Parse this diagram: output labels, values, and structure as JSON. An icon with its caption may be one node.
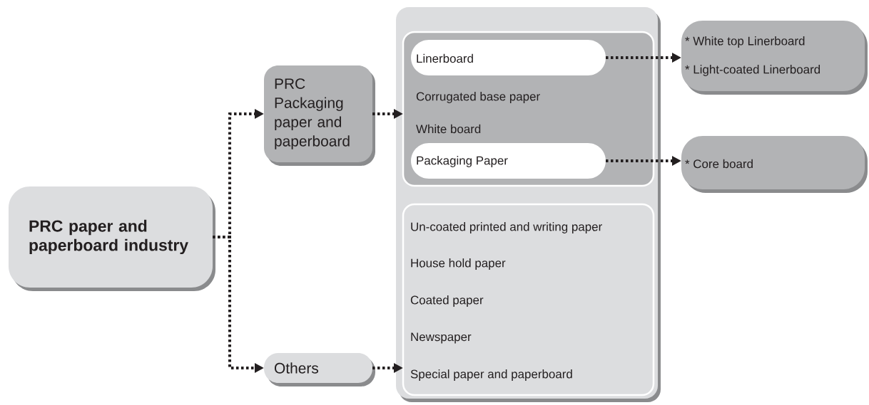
{
  "diagram": {
    "nodes": [
      {
        "text": [
          "PRC paper and paperboard industry"
        ]
      },
      {
        "text": [
          "PRC Packaging paper and paperboard"
        ]
      },
      {
        "text": [
          "Others"
        ]
      },
      {
        "text": [],
        "shape": "box"
      },
      {
        "text": [
          "Corrugated base paper",
          "White board"
        ],
        "in": 3
      },
      {
        "text": [
          "Linerboard"
        ],
        "in": 4
      },
      {
        "text": [
          "Packaging Paper"
        ],
        "in": 4
      },
      {
        "text": [
          "Un-coated printed and writing paper",
          "House hold paper",
          "Coated paper",
          "Newspaper",
          "Special paper and paperboard"
        ],
        "in": 3
      },
      {
        "text": [
          "* White top Linerboard",
          "* Light-coated Linerboard"
        ]
      },
      {
        "text": [
          "* Core board"
        ]
      }
    ],
    "edges": [
      {
        "from": 0,
        "to": 1,
        "arrow": "to"
      },
      {
        "from": 0,
        "to": 2,
        "arrow": "to"
      },
      {
        "from": 1,
        "to": 4,
        "arrow": "to"
      },
      {
        "from": 2,
        "to": 7,
        "arrow": "to"
      },
      {
        "from": 5,
        "to": 8,
        "arrow": "to"
      },
      {
        "from": 6,
        "to": 9,
        "arrow": "to"
      }
    ]
  }
}
